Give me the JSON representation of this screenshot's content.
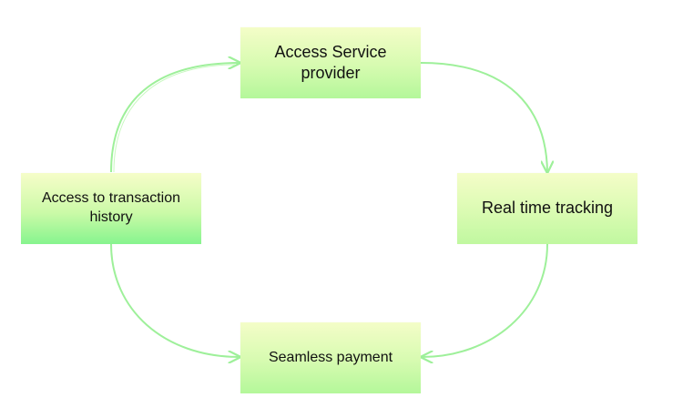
{
  "colors": {
    "arrow": "#9ef09a",
    "node_top": "#f4fdc8",
    "node_bottom": "#b4f79a"
  },
  "nodes": {
    "access_service": "Access Service provider",
    "tracking": "Real time tracking",
    "payment": "Seamless payment",
    "history": "Access to transaction history"
  }
}
